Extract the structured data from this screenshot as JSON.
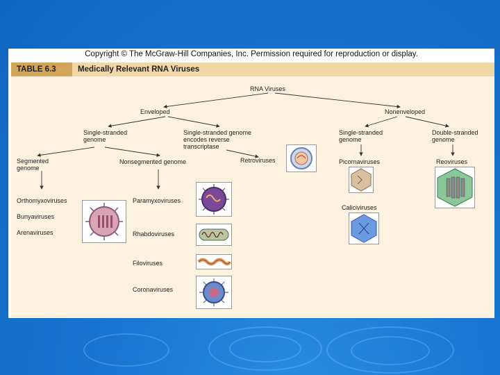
{
  "copyright": "Copyright © The McGraw-Hill Companies, Inc. Permission required for reproduction or display.",
  "table": {
    "number": "TABLE 6.3",
    "title": "Medically Relevant RNA Viruses"
  },
  "tree": {
    "root": "RNA Viruses",
    "enveloped": "Enveloped",
    "nonenveloped": "Nonenveloped",
    "env_single_stranded": [
      "Single-stranded",
      "genome"
    ],
    "env_reverse": [
      "Single-stranded genome",
      "encodes reverse",
      "transcriptase"
    ],
    "segmented": [
      "Segmented",
      "genome"
    ],
    "nonsegmented": "Nonsegmented genome",
    "retroviruses": "Retroviruses",
    "nonenv_single": [
      "Single-stranded",
      "genome"
    ],
    "nonenv_double": [
      "Double-stranded",
      "genome"
    ],
    "picornaviruses": "Picornaviruses",
    "reoviruses": "Reoviruses",
    "caliciviruses": "Caliciviruses",
    "orthomyxoviruses": "Orthomyxoviruses",
    "bunyaviruses": "Bunyaviruses",
    "arenaviruses": "Arenaviruses",
    "paramyxoviruses": "Paramyxoviruses",
    "rhabdoviruses": "Rhabdoviruses",
    "filoviruses": "Filoviruses",
    "coronaviruses": "Coronaviruses"
  },
  "colors": {
    "slide_bg": "#1a78d2",
    "header_band": "#f2d7a6",
    "header_tab": "#d2a55a",
    "panel": "#fdf2df"
  }
}
